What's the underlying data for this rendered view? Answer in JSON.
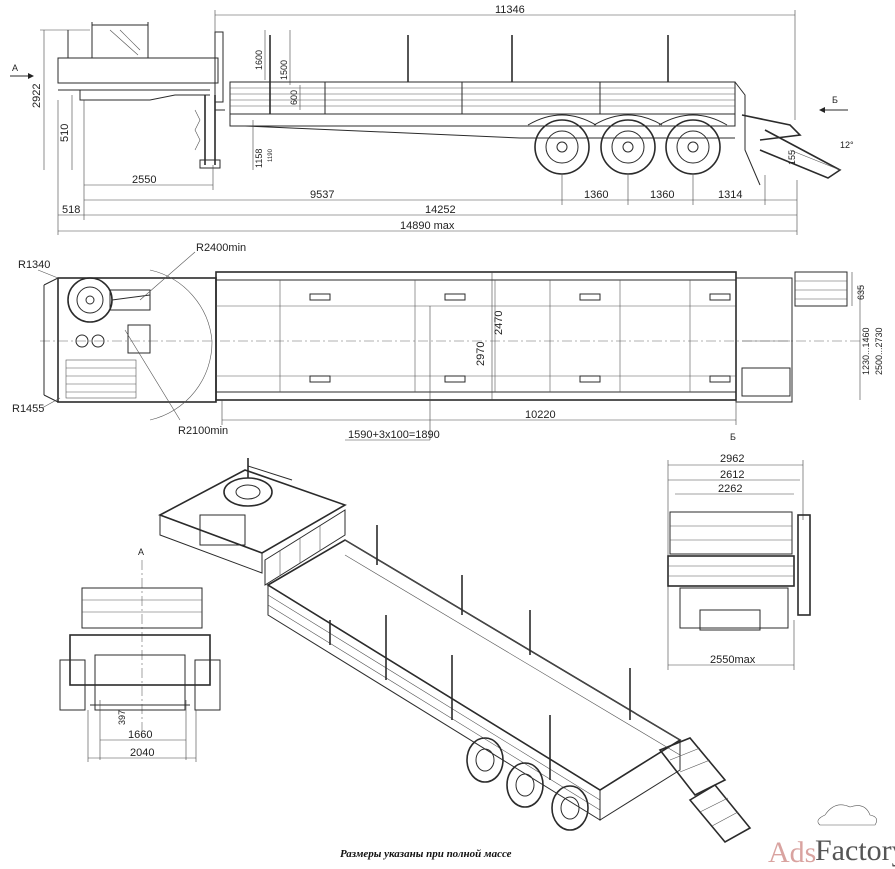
{
  "side_view": {
    "dims": {
      "overall_top": "11346",
      "height": "2922",
      "low_height": "510",
      "post_h1": "1600",
      "post_h2": "1500",
      "post_h3": "600",
      "deck_h": "1158",
      "deck_h_small": "1190",
      "front": "2550",
      "wheelbase": "9537",
      "axle1": "1360",
      "axle2": "1360",
      "rear": "1314",
      "left_offset": "518",
      "length": "14252",
      "length_max": "14890 max",
      "ramp_deg": "12°",
      "ramp_h": "155"
    },
    "labels": {
      "view_a": "A",
      "view_b": "Б"
    }
  },
  "top_view": {
    "dims": {
      "r_front": "R1340",
      "r_turn_outer": "R2400min",
      "r_rear_corner": "R1455",
      "r_turn_inner": "R2100min",
      "width_inner": "2970",
      "width_deck": "2470",
      "deck_length": "10220",
      "post_spacing": "1590+3x100=1890",
      "ramp_w": "635",
      "ramp_spread": "1230...1460",
      "ramp_overall": "2500...2730"
    },
    "labels": {
      "view_b": "Б"
    }
  },
  "front_view": {
    "label": "A",
    "dims": {
      "track": "1660",
      "width": "2040",
      "height_small": "397"
    }
  },
  "rear_view": {
    "dims": {
      "w1": "2962",
      "w2": "2612",
      "w3": "2262",
      "w_max": "2550max"
    }
  },
  "caption": "Размеры указаны при полной массе",
  "watermark": {
    "part1": "Ads",
    "part2": "Factory"
  }
}
